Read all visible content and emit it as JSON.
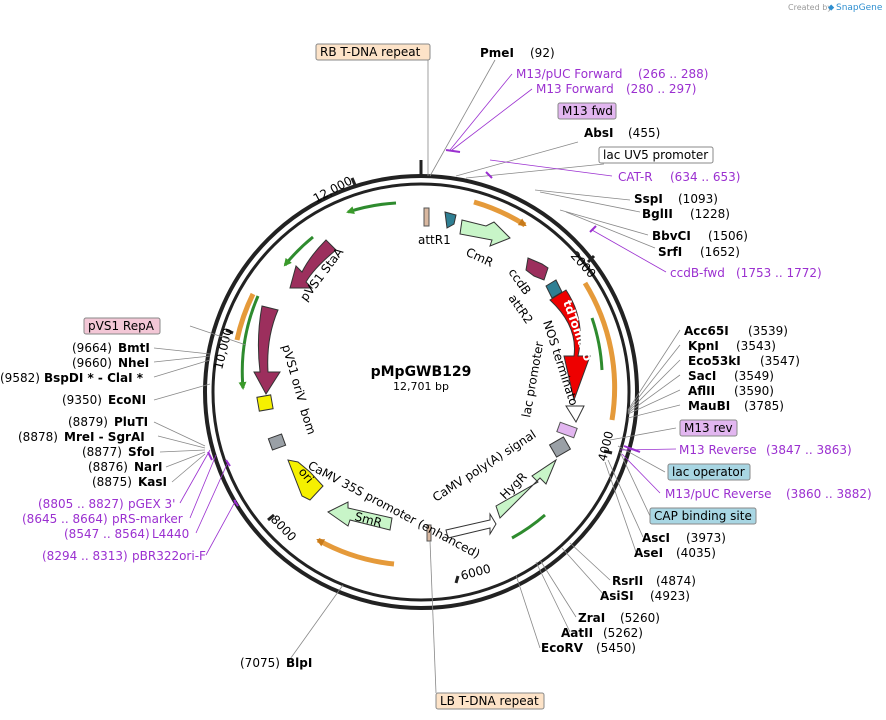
{
  "credit": {
    "prefix": "Created by",
    "brand": "SnapGene"
  },
  "plasmid": {
    "name": "pMpGWB129",
    "size": "12,701 bp"
  },
  "ticks": [
    "2000",
    "4000",
    "6000",
    "8000",
    "10,000",
    "12,000"
  ],
  "boxed_labels": {
    "rb": "RB T-DNA repeat",
    "m13fwd": "M13 fwd",
    "lacuv5": "lac UV5 promoter",
    "m13rev": "M13 rev",
    "lacop": "lac operator",
    "cap": "CAP binding site",
    "lb": "LB T-DNA repeat",
    "pvs1repa": "pVS1 RepA"
  },
  "right_sites": [
    {
      "name": "PmeI",
      "pos": "(92)"
    },
    {
      "name": "AbsI",
      "pos": "(455)"
    },
    {
      "name": "SspI",
      "pos": "(1093)"
    },
    {
      "name": "BglII",
      "pos": "(1228)"
    },
    {
      "name": "BbvCI",
      "pos": "(1506)"
    },
    {
      "name": "SrfI",
      "pos": "(1652)"
    },
    {
      "name": "Acc65I",
      "pos": "(3539)"
    },
    {
      "name": "KpnI",
      "pos": "(3543)"
    },
    {
      "name": "Eco53kI",
      "pos": "(3547)"
    },
    {
      "name": "SacI",
      "pos": "(3549)"
    },
    {
      "name": "AflII",
      "pos": "(3590)"
    },
    {
      "name": "MauBI",
      "pos": "(3785)"
    },
    {
      "name": "AscI",
      "pos": "(3973)"
    },
    {
      "name": "AseI",
      "pos": "(4035)"
    },
    {
      "name": "RsrII",
      "pos": "(4874)"
    },
    {
      "name": "AsiSI",
      "pos": "(4923)"
    },
    {
      "name": "ZraI",
      "pos": "(5260)"
    },
    {
      "name": "AatII",
      "pos": "(5262)"
    },
    {
      "name": "EcoRV",
      "pos": "(5450)"
    }
  ],
  "left_sites": [
    {
      "name": "BmtI",
      "pos": "(9664)"
    },
    {
      "name": "NheI",
      "pos": "(9660)"
    },
    {
      "name": "BspDI *  -  ClaI *",
      "pos": "(9582)"
    },
    {
      "name": "EcoNI",
      "pos": "(9350)"
    },
    {
      "name": "PluTI",
      "pos": "(8879)"
    },
    {
      "name": "MreI  -  SgrAI",
      "pos": "(8878)"
    },
    {
      "name": "SfoI",
      "pos": "(8877)"
    },
    {
      "name": "NarI",
      "pos": "(8876)"
    },
    {
      "name": "KasI",
      "pos": "(8875)"
    },
    {
      "name": "BlpI",
      "pos": "(7075)"
    }
  ],
  "primers_right": [
    {
      "name": "M13/pUC Forward",
      "range": "(266 .. 288)"
    },
    {
      "name": "M13 Forward",
      "range": "(280 .. 297)"
    },
    {
      "name": "CAT-R",
      "range": "(634 .. 653)"
    },
    {
      "name": "ccdB-fwd",
      "range": "(1753 .. 1772)"
    },
    {
      "name": "M13 Reverse",
      "range": "(3847 .. 3863)"
    },
    {
      "name": "M13/pUC Reverse",
      "range": "(3860 .. 3882)"
    }
  ],
  "primers_left": [
    {
      "name": "pGEX 3'",
      "range": "(8805 .. 8827)"
    },
    {
      "name": "pRS-marker",
      "range": "(8645 .. 8664)"
    },
    {
      "name": "L4440",
      "range": "(8547 .. 8564)"
    },
    {
      "name": "pBR322ori-F",
      "range": "(8294 .. 8313)"
    }
  ],
  "features": {
    "attR1": "attR1",
    "cmr": "CmR",
    "ccdb": "ccdB",
    "attR2": "attR2",
    "tdtomato": "tdTomato",
    "nos": "NOS terminator",
    "lacprom": "lac promoter",
    "polya": "CaMV poly(A) signal",
    "hygr": "HygR",
    "camv35s": "CaMV 35S promoter (enhanced)",
    "smr": "SmR",
    "ori": "ori",
    "bom": "bom",
    "pvs1oriv": "pVS1 oriV",
    "pvs1staa": "pVS1 StaA"
  },
  "colors": {
    "purple_primer": "#9b30d0",
    "cds_green": "#c8f5c8",
    "rep_maroon": "#9c2f5d",
    "tdtomato_red": "#ee0000",
    "ori_yellow": "#f5f000",
    "marker_orange": "#f5a142",
    "promoter_gray": "#9aa0a6",
    "teal_att": "#2f7f93",
    "lbrb_fill": "#fde3c8",
    "m13_fill": "#e2b6f0",
    "lacop_fill": "#a8d6e3",
    "repa_fill": "#f3c7d6"
  }
}
